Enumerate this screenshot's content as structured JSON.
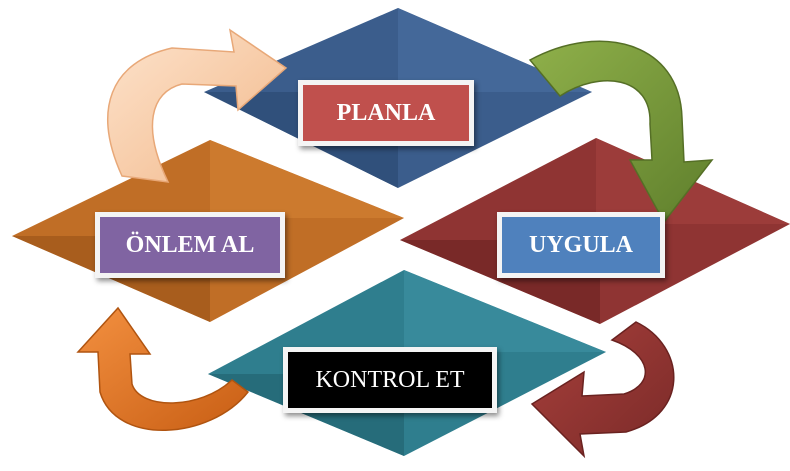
{
  "diagram": {
    "steps": [
      {
        "key": "plan",
        "label": "PLANLA",
        "box_color": "#c0504d",
        "tile_color": "#3d5f8f"
      },
      {
        "key": "do",
        "label": "UYGULA",
        "box_color": "#4f81bd",
        "tile_color": "#8f3433"
      },
      {
        "key": "check",
        "label": "KONTROL ET",
        "box_color": "#000000",
        "tile_color": "#2e7f8f"
      },
      {
        "key": "act",
        "label": "ÖNLEM AL",
        "box_color": "#8064a2",
        "tile_color": "#c07028"
      }
    ],
    "arrows": [
      {
        "from": "act",
        "to": "plan",
        "color": "#f7c8a0"
      },
      {
        "from": "plan",
        "to": "do",
        "color": "#7a9a3c"
      },
      {
        "from": "do",
        "to": "check",
        "color": "#8f3433"
      },
      {
        "from": "check",
        "to": "act",
        "color": "#e07a22"
      }
    ]
  }
}
